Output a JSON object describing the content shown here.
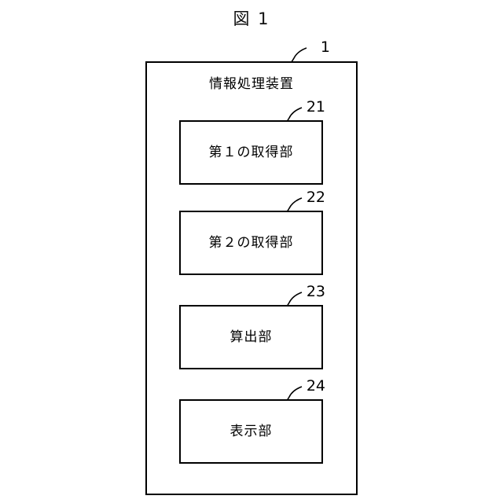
{
  "figure": {
    "title": "図 1",
    "type": "patent-block-diagram"
  },
  "apparatus": {
    "ref": "1",
    "title": "情報処理装置"
  },
  "units": [
    {
      "ref": "21",
      "label": "第１の取得部"
    },
    {
      "ref": "22",
      "label": "第２の取得部"
    },
    {
      "ref": "23",
      "label": "算出部"
    },
    {
      "ref": "24",
      "label": "表示部"
    }
  ],
  "colors": {
    "ink": "#000000",
    "paper": "#ffffff"
  }
}
